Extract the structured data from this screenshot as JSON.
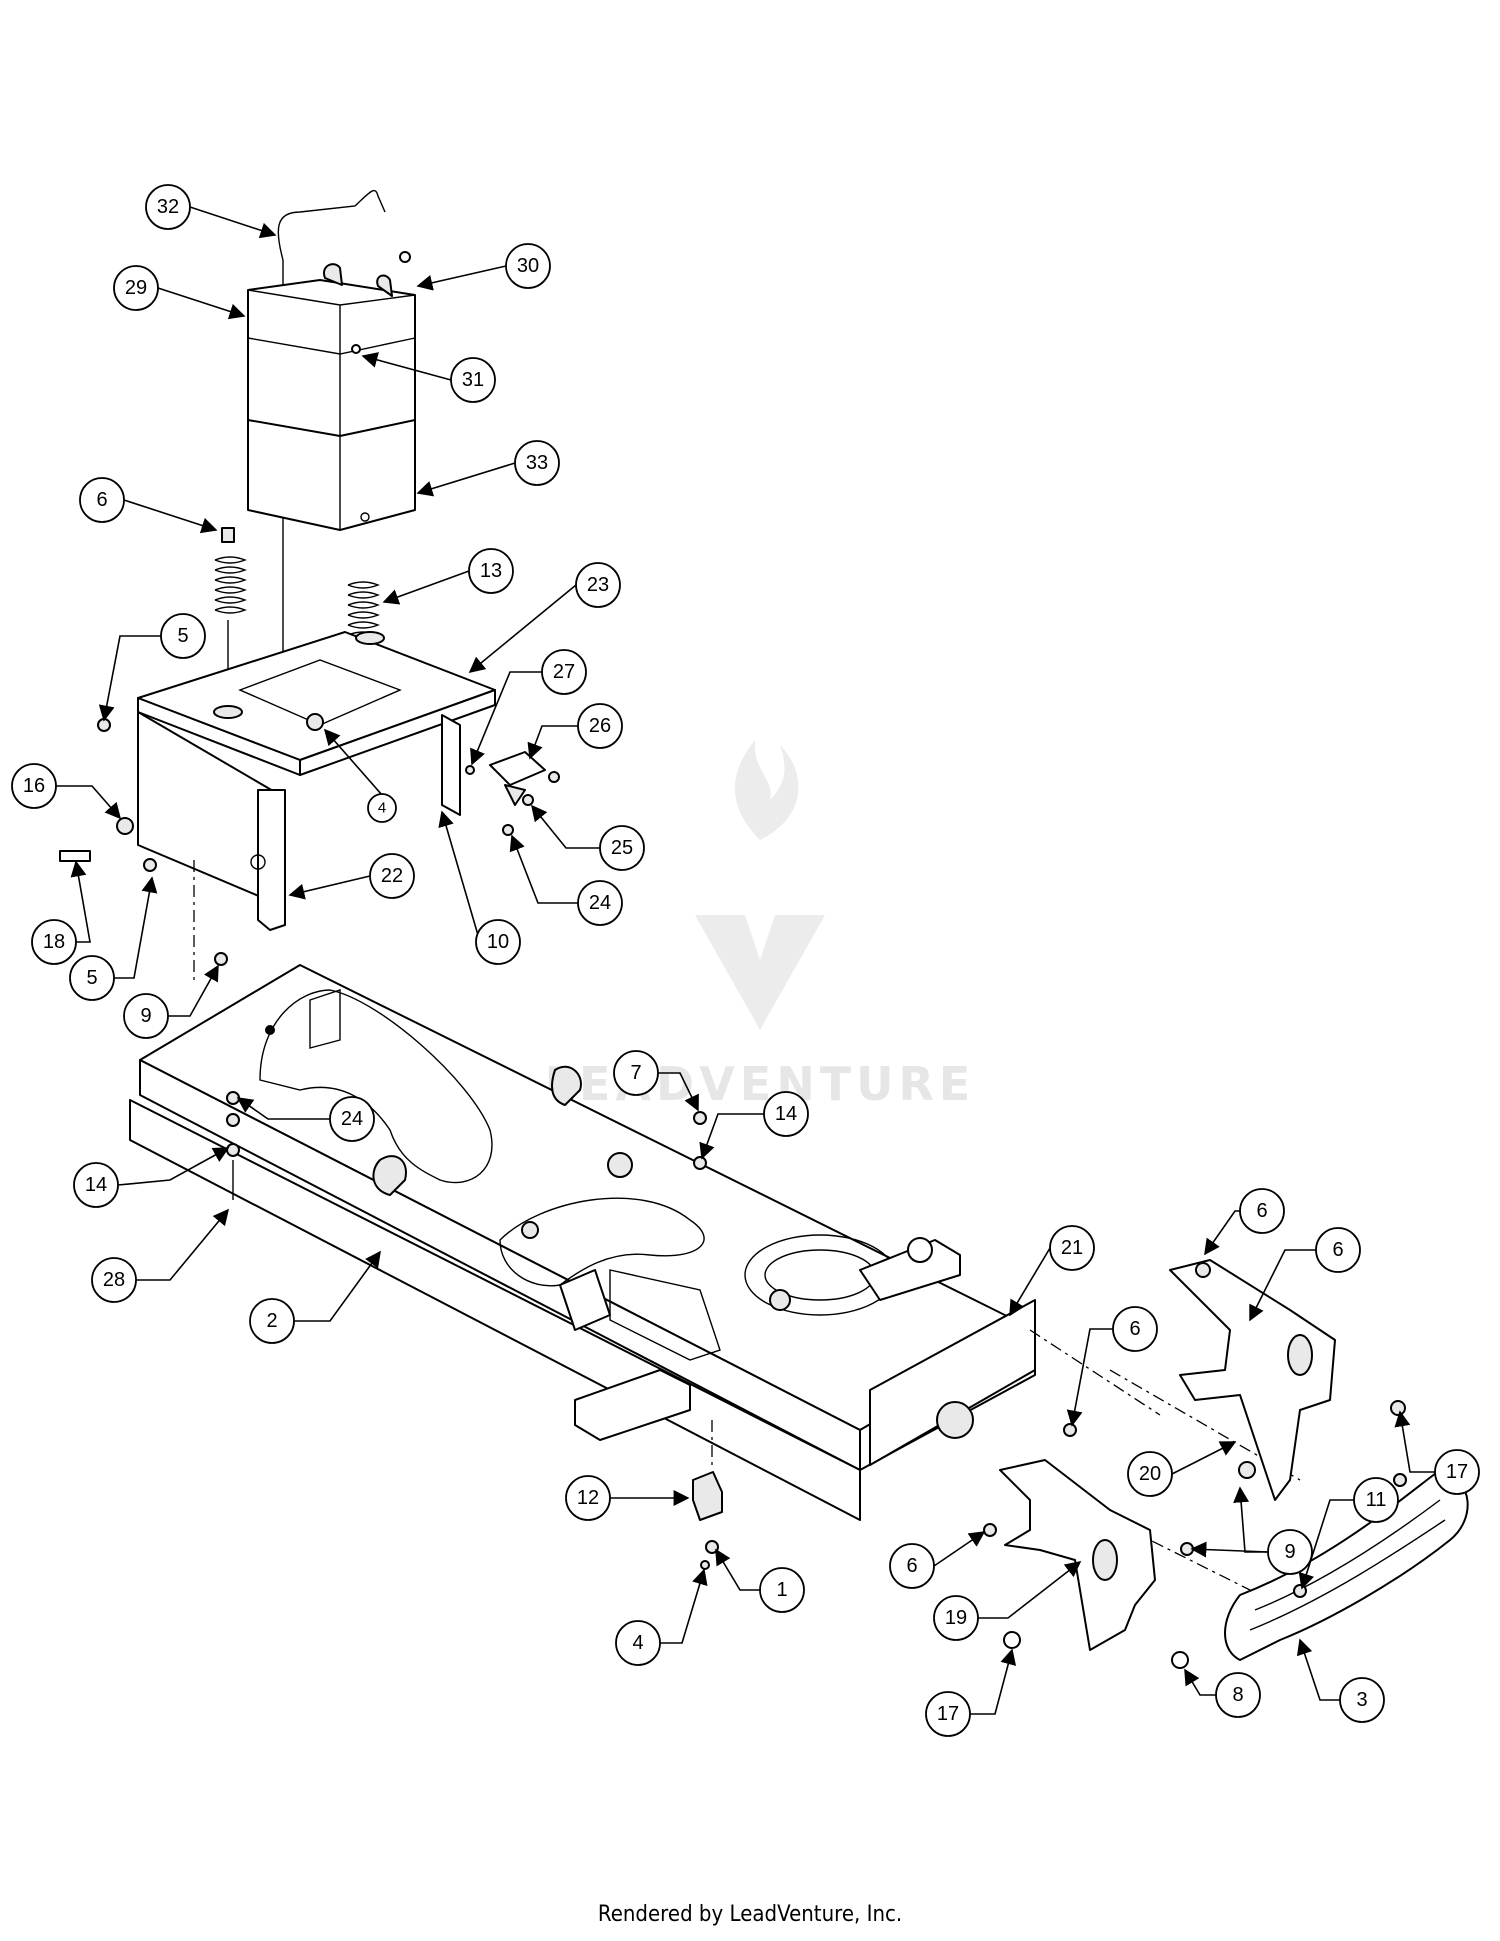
{
  "watermark": {
    "text": "LEADVENTURE"
  },
  "footer": {
    "text": "Rendered by LeadVenture, Inc."
  },
  "callouts": [
    "32",
    "30",
    "29",
    "31",
    "33",
    "6",
    "13",
    "23",
    "5",
    "27",
    "26",
    "16",
    "4",
    "25",
    "22",
    "18",
    "24",
    "10",
    "5",
    "9",
    "7",
    "14",
    "24",
    "14",
    "28",
    "2",
    "21",
    "6",
    "6",
    "6",
    "20",
    "17",
    "12",
    "9",
    "11",
    "1",
    "6",
    "19",
    "4",
    "17",
    "8",
    "3"
  ]
}
